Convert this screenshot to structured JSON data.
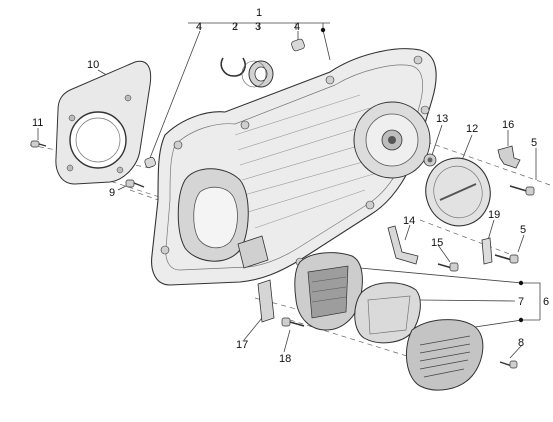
{
  "diagram": {
    "line_color": "#333333",
    "fill_color": "#e6e6e6",
    "dark_color": "#9a9a9a",
    "labels": {
      "l1": "1",
      "l2": "2",
      "l3": "3",
      "l4a": "4",
      "l4b": "4",
      "l5a": "5",
      "l5b": "5",
      "l6": "6",
      "l7": "7",
      "l8": "8",
      "l9": "9",
      "l10": "10",
      "l11": "11",
      "l12": "12",
      "l13": "13",
      "l14": "14",
      "l15": "15",
      "l16": "16",
      "l17": "17",
      "l18": "18",
      "l19": "19"
    }
  }
}
